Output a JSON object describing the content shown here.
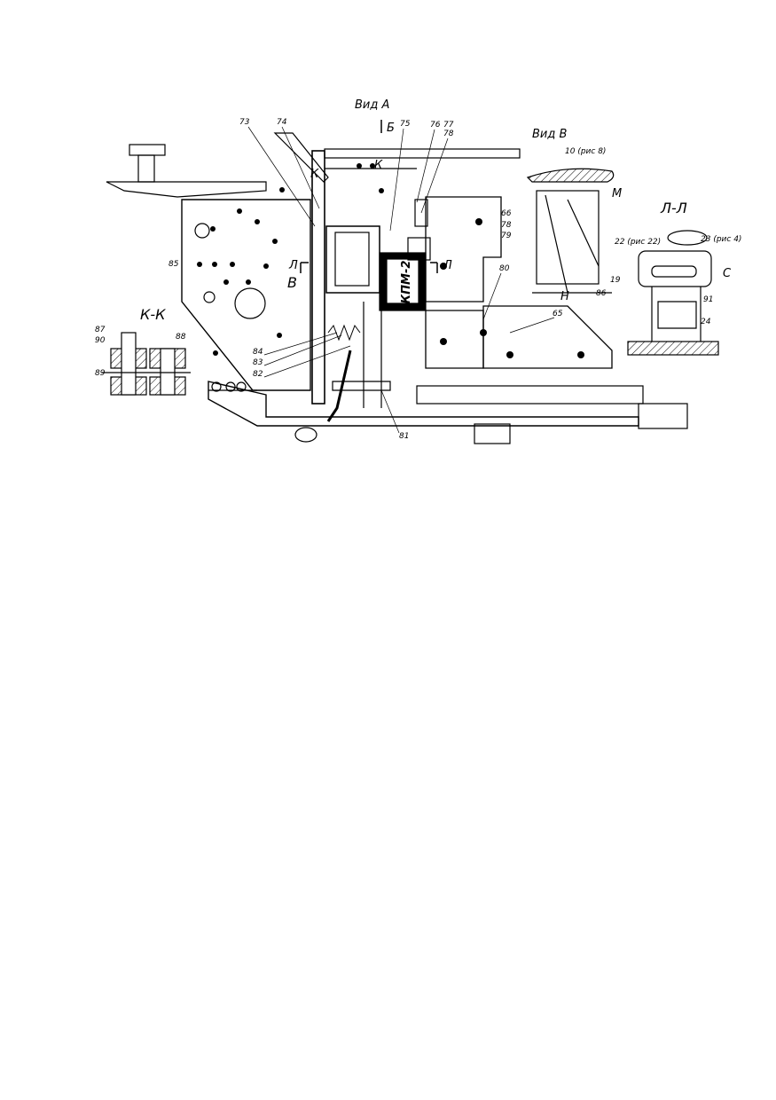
{
  "view_titles": {
    "view_a": "Вид А",
    "view_v": "Вид В",
    "section_kk": "К-К",
    "section_ll": "Л-Л"
  },
  "section_markers": {
    "b": "Б",
    "l_left": "Л",
    "l_right": "Л",
    "k_left": "К",
    "k_top": "К",
    "v": "В",
    "m": "М",
    "n": "Н",
    "s": "С"
  },
  "device_label": "КПМ-2",
  "callouts": {
    "c73": "73",
    "c74": "74",
    "c75": "75",
    "c76": "76",
    "c77": "77",
    "c78": "78",
    "c66": "66",
    "c78b": "78",
    "c79": "79",
    "c80": "80",
    "c65": "65",
    "c85": "85",
    "c84": "84",
    "c83": "83",
    "c82": "82",
    "c81": "81",
    "c87": "87",
    "c90": "90",
    "c88": "88",
    "c89": "89",
    "c10": "10 (рис 8)",
    "c22": "22 (рис 22)",
    "c23": "23 (рис 4)",
    "c19": "19",
    "c86": "86",
    "c91": "91",
    "c24": "24"
  }
}
